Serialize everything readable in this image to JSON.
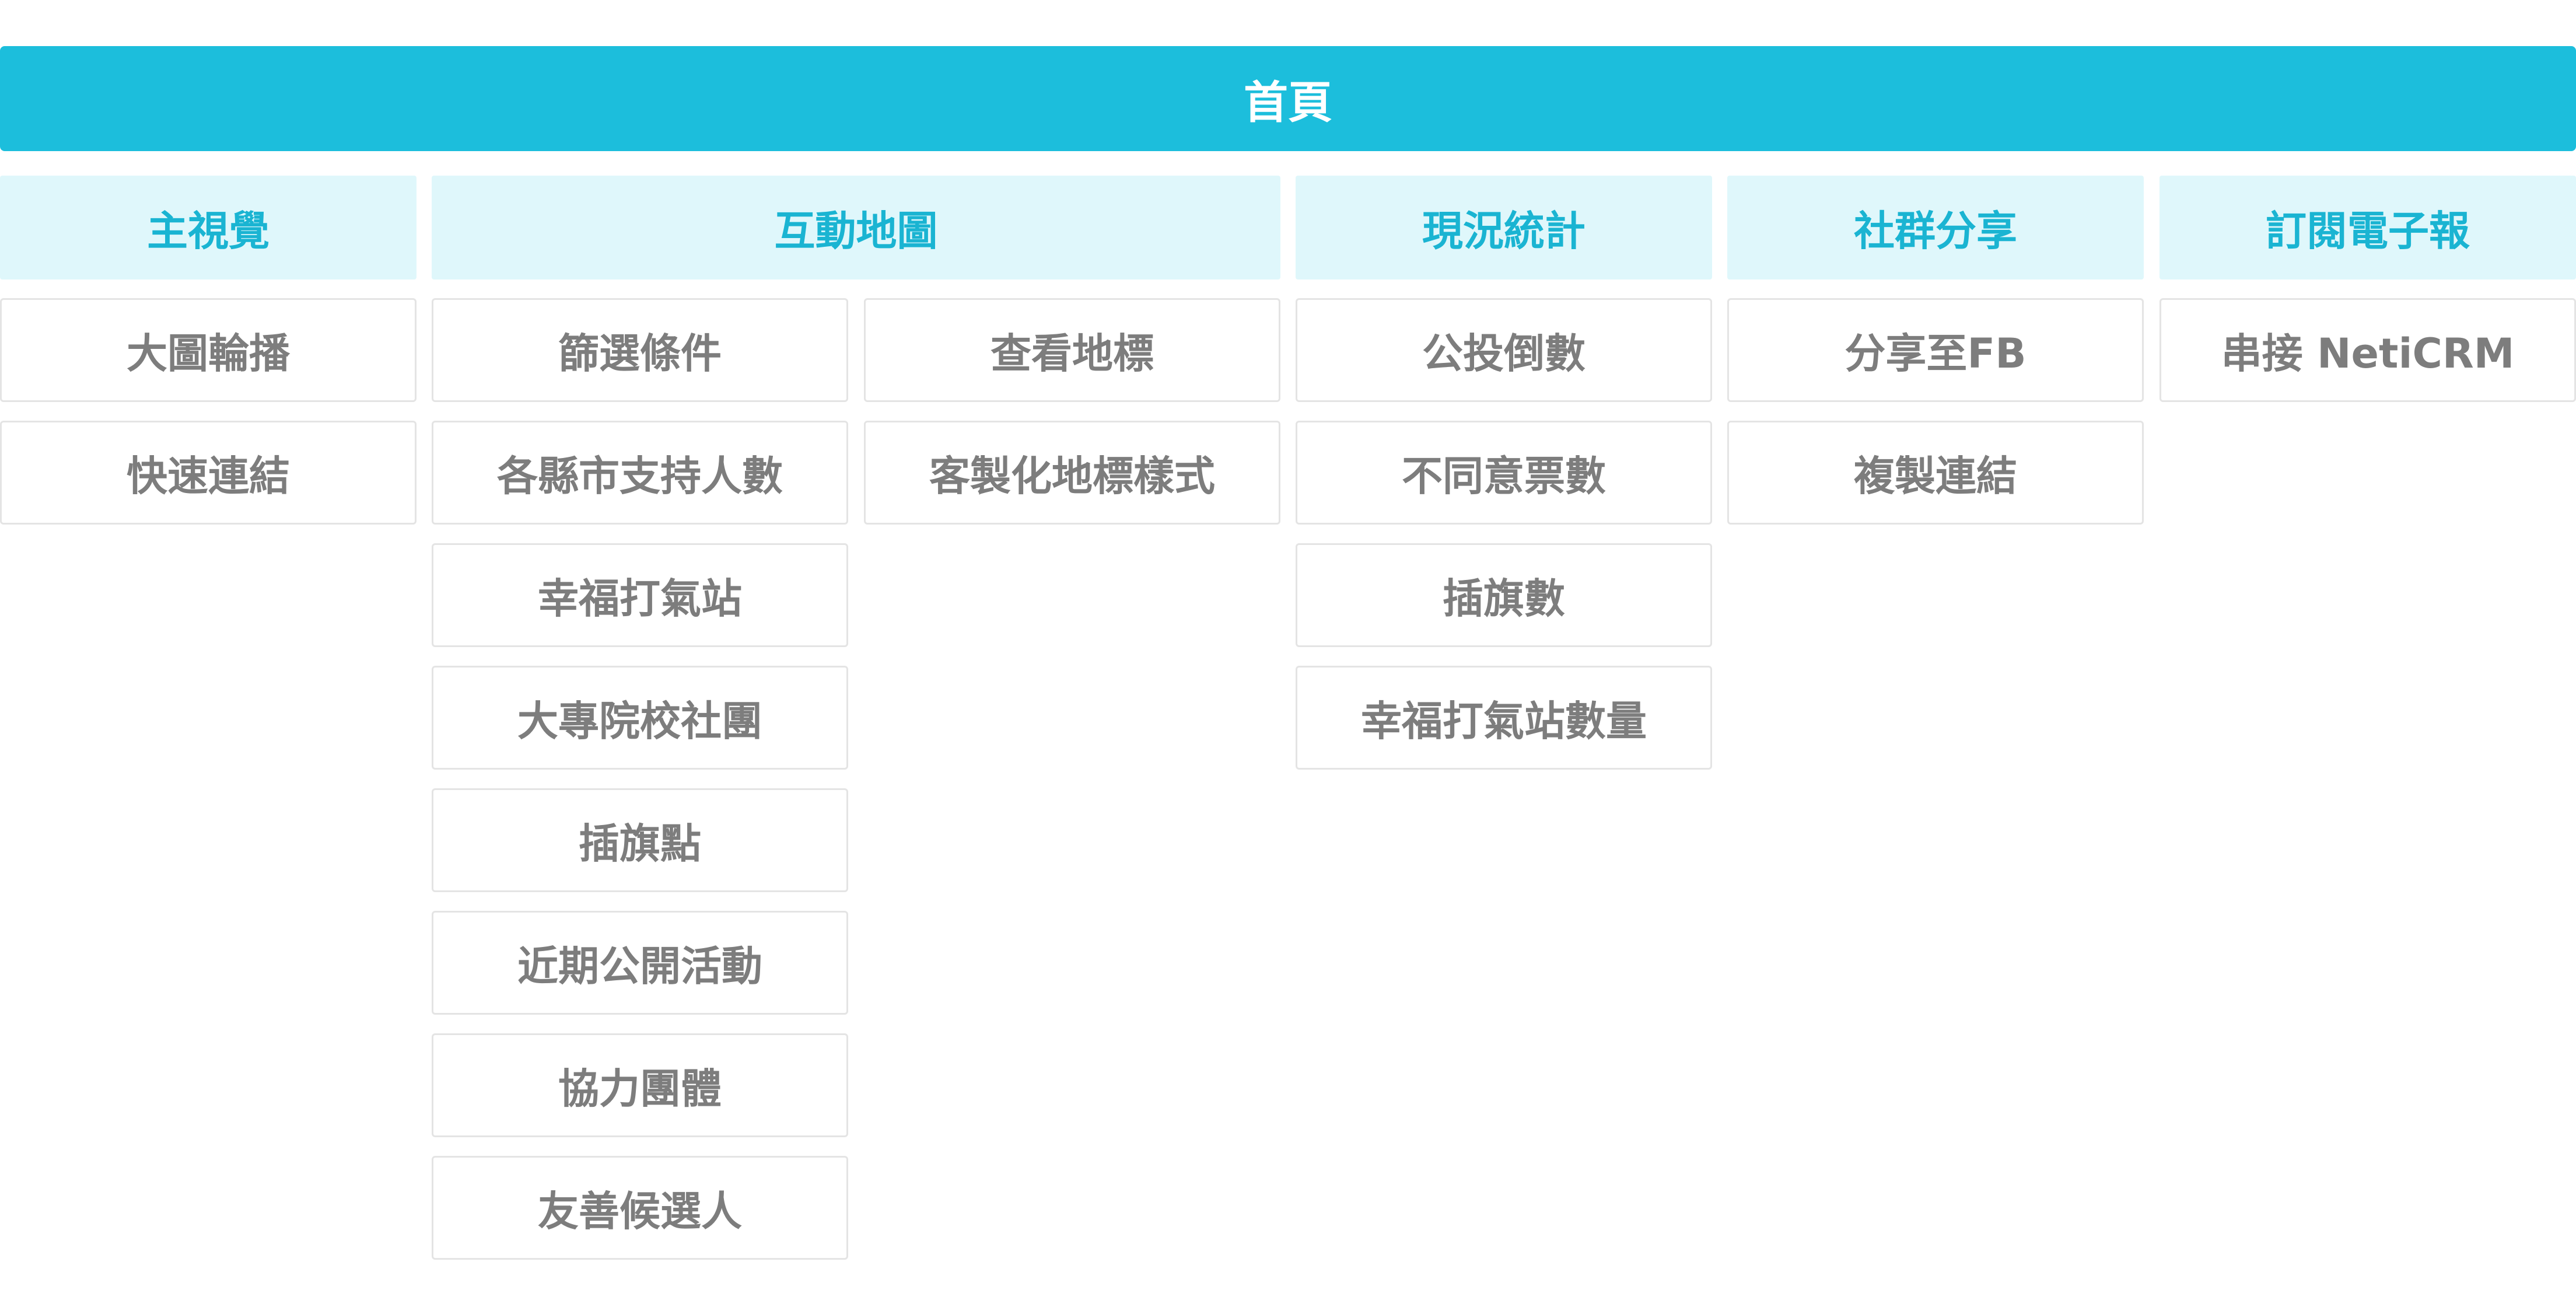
{
  "root": {
    "label": "首頁"
  },
  "sections": [
    {
      "label": "主視覺",
      "items": [
        "大圖輪播",
        "快速連結"
      ]
    },
    {
      "label": "互動地圖",
      "items_col1": [
        "篩選條件",
        "各縣市支持人數",
        "幸福打氣站",
        "大專院校社團",
        "插旗點",
        "近期公開活動",
        "協力團體",
        "友善候選人"
      ],
      "items_col2": [
        "查看地標",
        "客製化地標樣式"
      ]
    },
    {
      "label": "現況統計",
      "items": [
        "公投倒數",
        "不同意票數",
        "插旗數",
        "幸福打氣站數量"
      ]
    },
    {
      "label": "社群分享",
      "items": [
        "分享至FB",
        "複製連結"
      ]
    },
    {
      "label": "訂閱電子報",
      "items": [
        "串接 NetiCRM"
      ]
    }
  ],
  "colors": {
    "root_background": "#1cbedc",
    "header_background": "#dff7fb",
    "header_text": "#1ab4d2",
    "item_border": "#e4e4e4",
    "item_text": "#7d7d7d"
  }
}
